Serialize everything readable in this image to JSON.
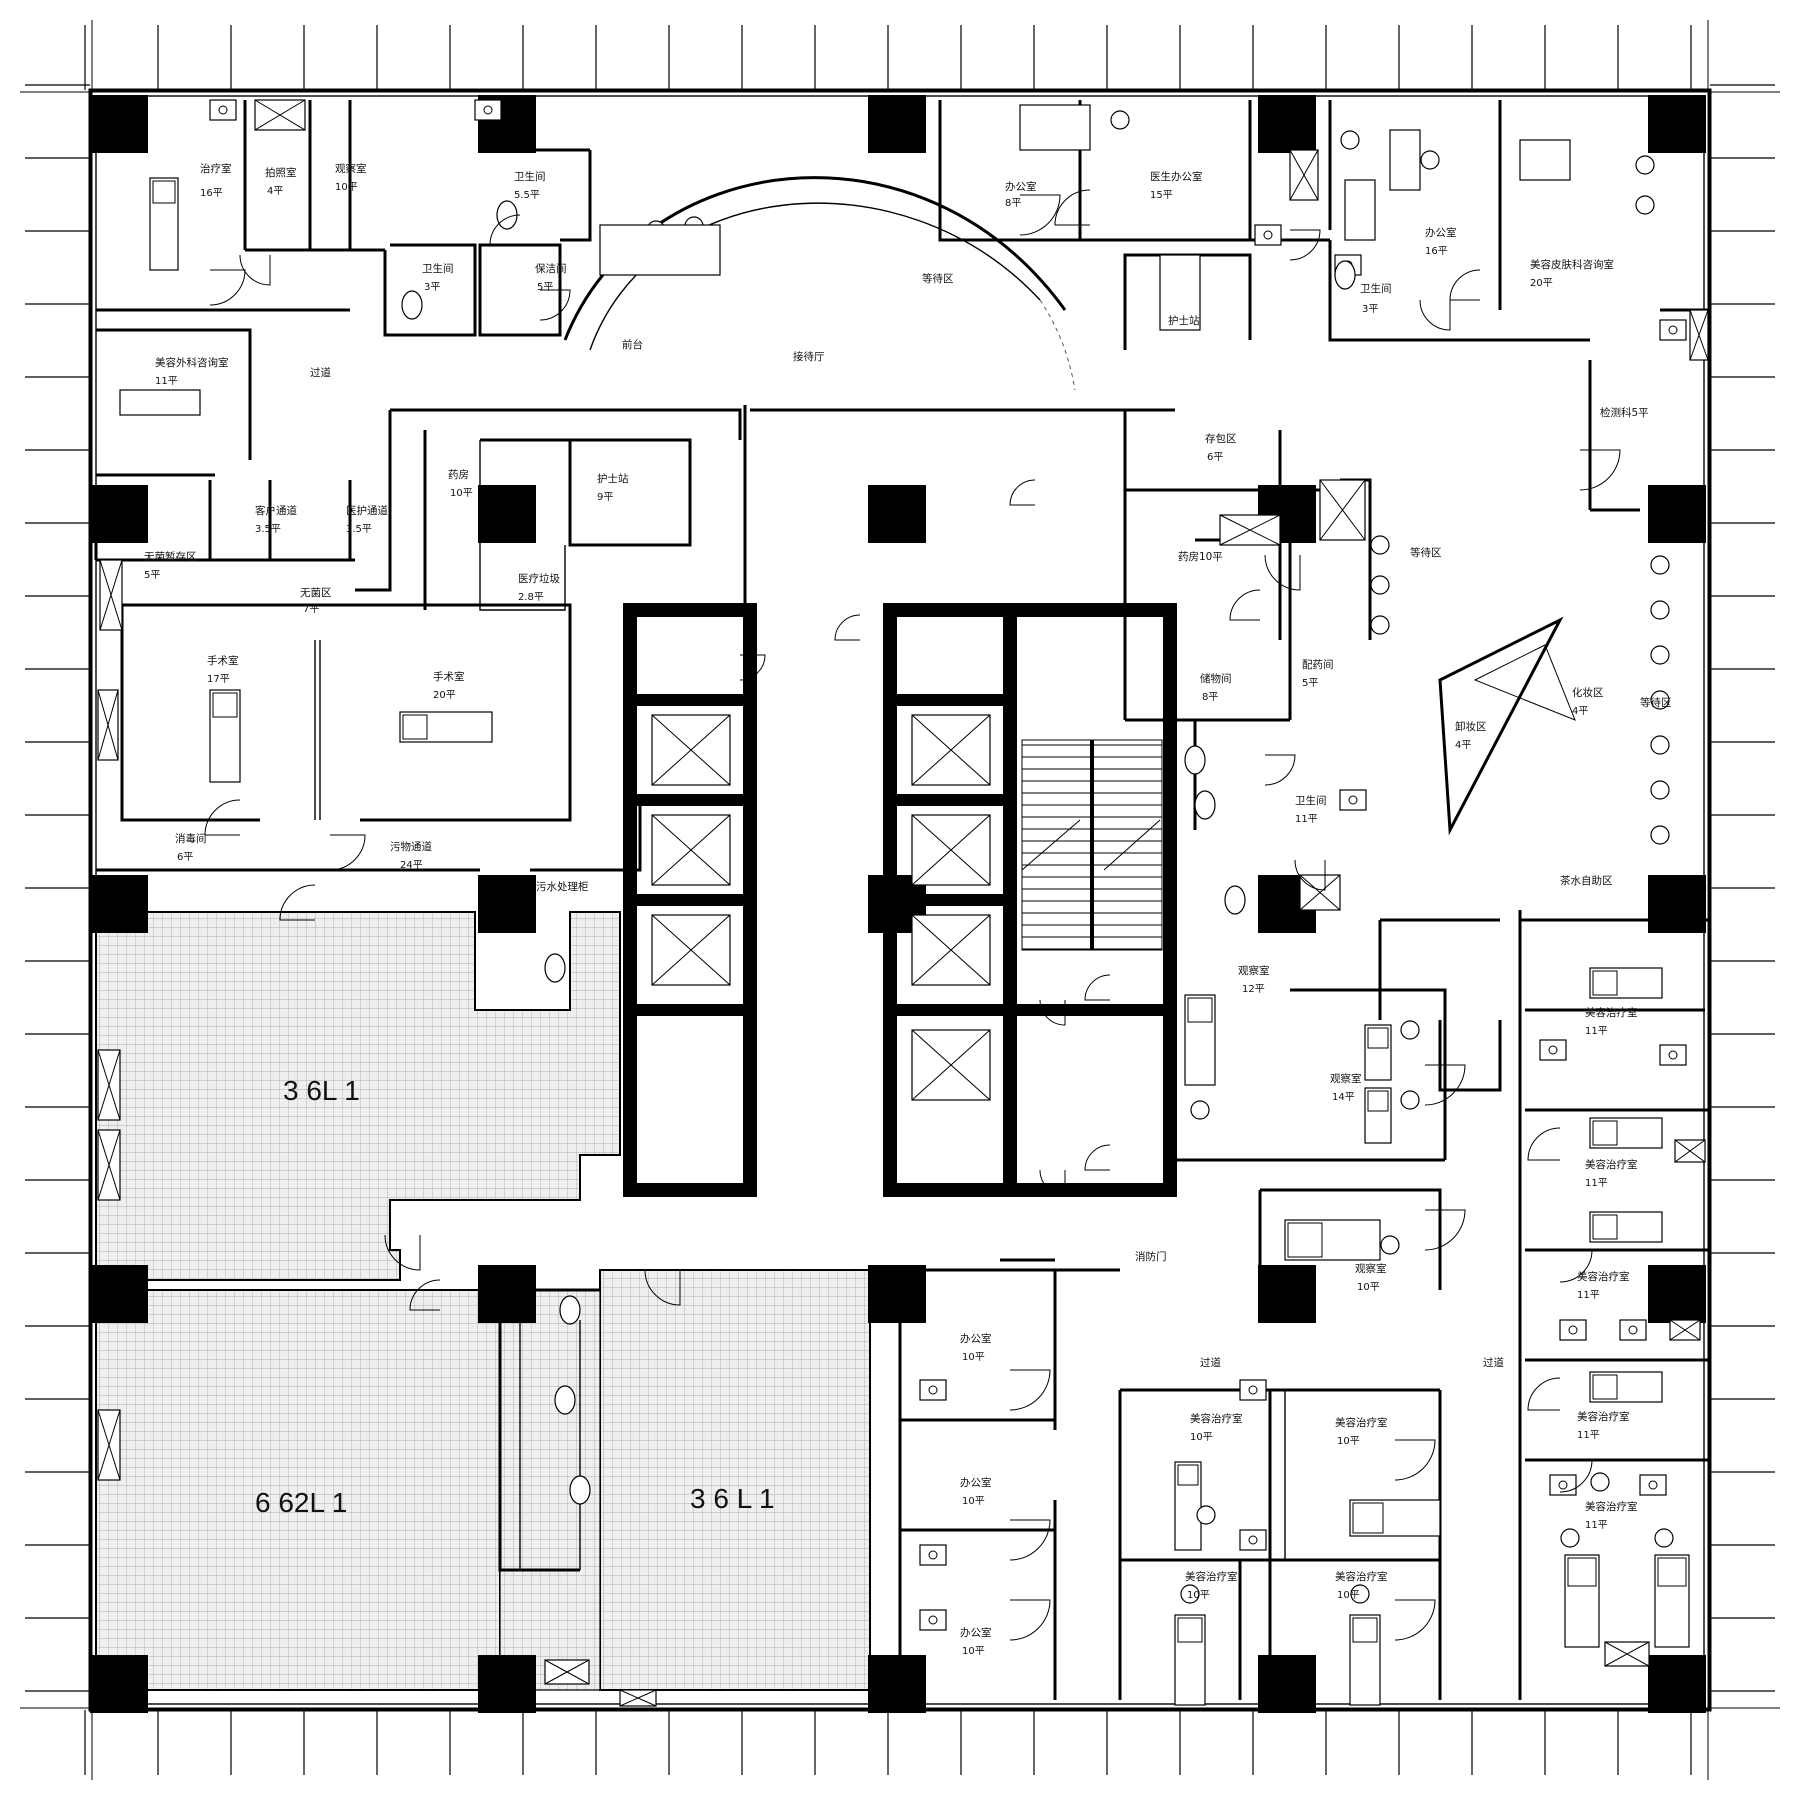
{
  "rooms": {
    "treatment_room": {
      "name": "治疗室",
      "area": "16平"
    },
    "photo_room": {
      "name": "拍照室",
      "area": "4平"
    },
    "observation_top": {
      "name": "观察室",
      "area": "10平"
    },
    "wc_top_1": {
      "name": "卫生间",
      "area": "5.5平"
    },
    "wc_top_2": {
      "name": "卫生间",
      "area": "3平"
    },
    "cleaning": {
      "name": "保洁间",
      "area": "5平"
    },
    "office_8": {
      "name": "办公室",
      "area": "8平"
    },
    "doctor_office": {
      "name": "医生办公室",
      "area": "15平"
    },
    "office_16": {
      "name": "办公室",
      "area": "16平"
    },
    "wc_top_right": {
      "name": "卫生间",
      "area": "3平"
    },
    "derm_consult": {
      "name": "美容皮肤科咨询室",
      "area": "20平"
    },
    "waiting_top": {
      "name": "等待区"
    },
    "reception_desk": {
      "name": "前台"
    },
    "reception_hall": {
      "name": "接待厅"
    },
    "nurse_station_top": {
      "name": "护士站"
    },
    "surgery_consult": {
      "name": "美容外科咨询室",
      "area": "11平"
    },
    "corridor_top_left": {
      "name": "过道"
    },
    "pharmacy_left": {
      "name": "药房",
      "area": "10平"
    },
    "nurse_station_mid": {
      "name": "护士站",
      "area": "9平"
    },
    "client_passage": {
      "name": "客户通道",
      "area": "3.5平"
    },
    "staff_passage": {
      "name": "医护通道",
      "area": "3.5平"
    },
    "sterile_storage": {
      "name": "无菌暂存区",
      "area": "5平"
    },
    "sterile_zone": {
      "name": "无菌区",
      "area": "7平"
    },
    "medical_waste": {
      "name": "医疗垃圾",
      "area": "2.8平"
    },
    "luggage": {
      "name": "存包区",
      "area": "6平"
    },
    "test_room": {
      "name": "检测科5平"
    },
    "pharmacy_right": {
      "name": "药房10平"
    },
    "waiting_right_top": {
      "name": "等待区"
    },
    "storage": {
      "name": "储物间",
      "area": "8平"
    },
    "dispensing": {
      "name": "配药间",
      "area": "5平"
    },
    "makeup": {
      "name": "化妆区",
      "area": "4平"
    },
    "makeup_remove": {
      "name": "卸妆区",
      "area": "4平"
    },
    "waiting_right": {
      "name": "等待区"
    },
    "wc_right": {
      "name": "卫生间",
      "area": "11平"
    },
    "operating_17": {
      "name": "手术室",
      "area": "17平"
    },
    "operating_20": {
      "name": "手术室",
      "area": "20平"
    },
    "disinfection": {
      "name": "消毒间",
      "area": "6平"
    },
    "dirty_passage": {
      "name": "污物通道",
      "area": "24平"
    },
    "sewage_cabinet": {
      "name": "污水处理柜"
    },
    "tea_area": {
      "name": "茶水自助区"
    },
    "observation_12": {
      "name": "观察室",
      "area": "12平"
    },
    "observation_14": {
      "name": "观察室",
      "area": "14平"
    },
    "observation_10": {
      "name": "观察室",
      "area": "10平"
    },
    "fire_door": {
      "name": "消防门"
    },
    "beauty_right_1": {
      "name": "美容治疗室",
      "area": "11平"
    },
    "beauty_right_2": {
      "name": "美容治疗室",
      "area": "11平"
    },
    "beauty_right_3": {
      "name": "美容治疗室",
      "area": "11平"
    },
    "beauty_right_4": {
      "name": "美容治疗室",
      "area": "11平"
    },
    "beauty_right_5": {
      "name": "美容治疗室",
      "area": "11平"
    },
    "corridor_mid": {
      "name": "过道"
    },
    "corridor_right": {
      "name": "过道"
    },
    "office_a": {
      "name": "办公室",
      "area": "10平"
    },
    "office_b": {
      "name": "办公室",
      "area": "10平"
    },
    "office_c": {
      "name": "办公室",
      "area": "10平"
    },
    "beauty_mid_1": {
      "name": "美容治疗室",
      "area": "10平"
    },
    "beauty_mid_2": {
      "name": "美容治疗室",
      "area": "10平"
    },
    "beauty_mid_3": {
      "name": "美容治疗室",
      "area": "10平"
    },
    "beauty_mid_4": {
      "name": "美容治疗室",
      "area": "10平"
    }
  },
  "tenant_areas": {
    "upper_left": "3 6L 1",
    "lower_left": "6 62L 1",
    "lower_mid": "3 6 L 1"
  },
  "colors": {
    "wall": "#000000",
    "hatch": "#bdbdbd",
    "background": "#ffffff"
  }
}
